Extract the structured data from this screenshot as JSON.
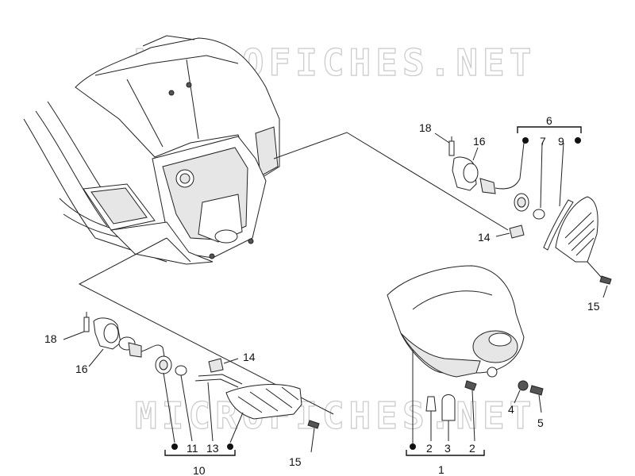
{
  "watermark": "MICROFICHES.NET",
  "callouts": {
    "top": {
      "n18": "18",
      "n16": "16",
      "n6": "6",
      "n7": "7",
      "n9": "9",
      "n14": "14",
      "n15": "15"
    },
    "left": {
      "n18": "18",
      "n16": "16",
      "n14": "14",
      "n11": "11",
      "n13": "13",
      "n10": "10",
      "n15": "15"
    },
    "right": {
      "n2a": "2",
      "n3": "3",
      "n2b": "2",
      "n1": "1",
      "n4": "4",
      "n5": "5"
    }
  }
}
